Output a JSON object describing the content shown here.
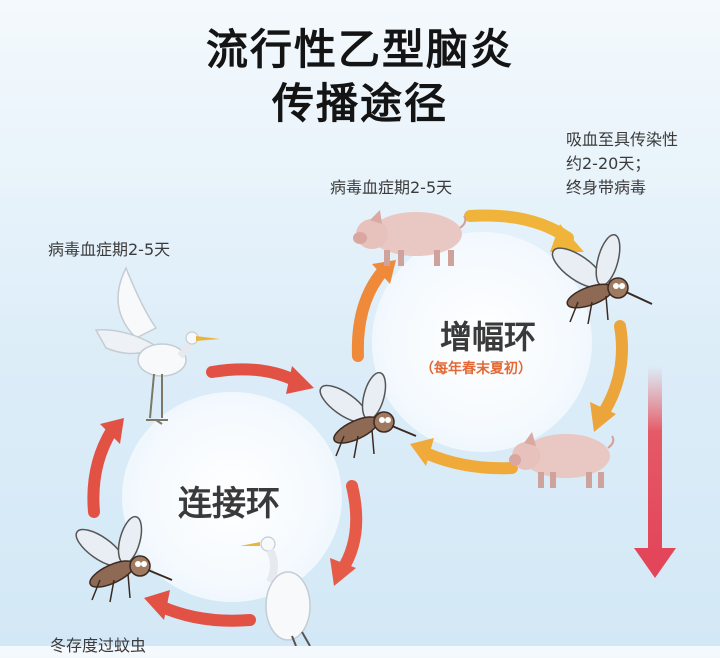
{
  "title_line1": "流行性乙型脑炎",
  "title_line2": "传播途径",
  "notes": {
    "pig_viremia": "病毒血症期2-5天",
    "bird_viremia": "病毒血症期2-5天",
    "mosquito_line1": "吸血至具传染性",
    "mosquito_line2": "约2-20天；",
    "mosquito_line3": "终身带病毒",
    "bottom_cut": "冬存度过蚊虫"
  },
  "amplification_cycle": {
    "name": "增幅环",
    "season": "（每年春末夏初）"
  },
  "connection_cycle": {
    "name": "连接环"
  },
  "icons": [
    "pig-icon",
    "mosquito-icon",
    "egret-icon",
    "down-arrow-icon"
  ],
  "colors": {
    "arrow_red": "#e25244",
    "arrow_orange": "#ef8a3a",
    "arrow_yellow": "#f0b43a",
    "season_orange": "#e36a36"
  }
}
